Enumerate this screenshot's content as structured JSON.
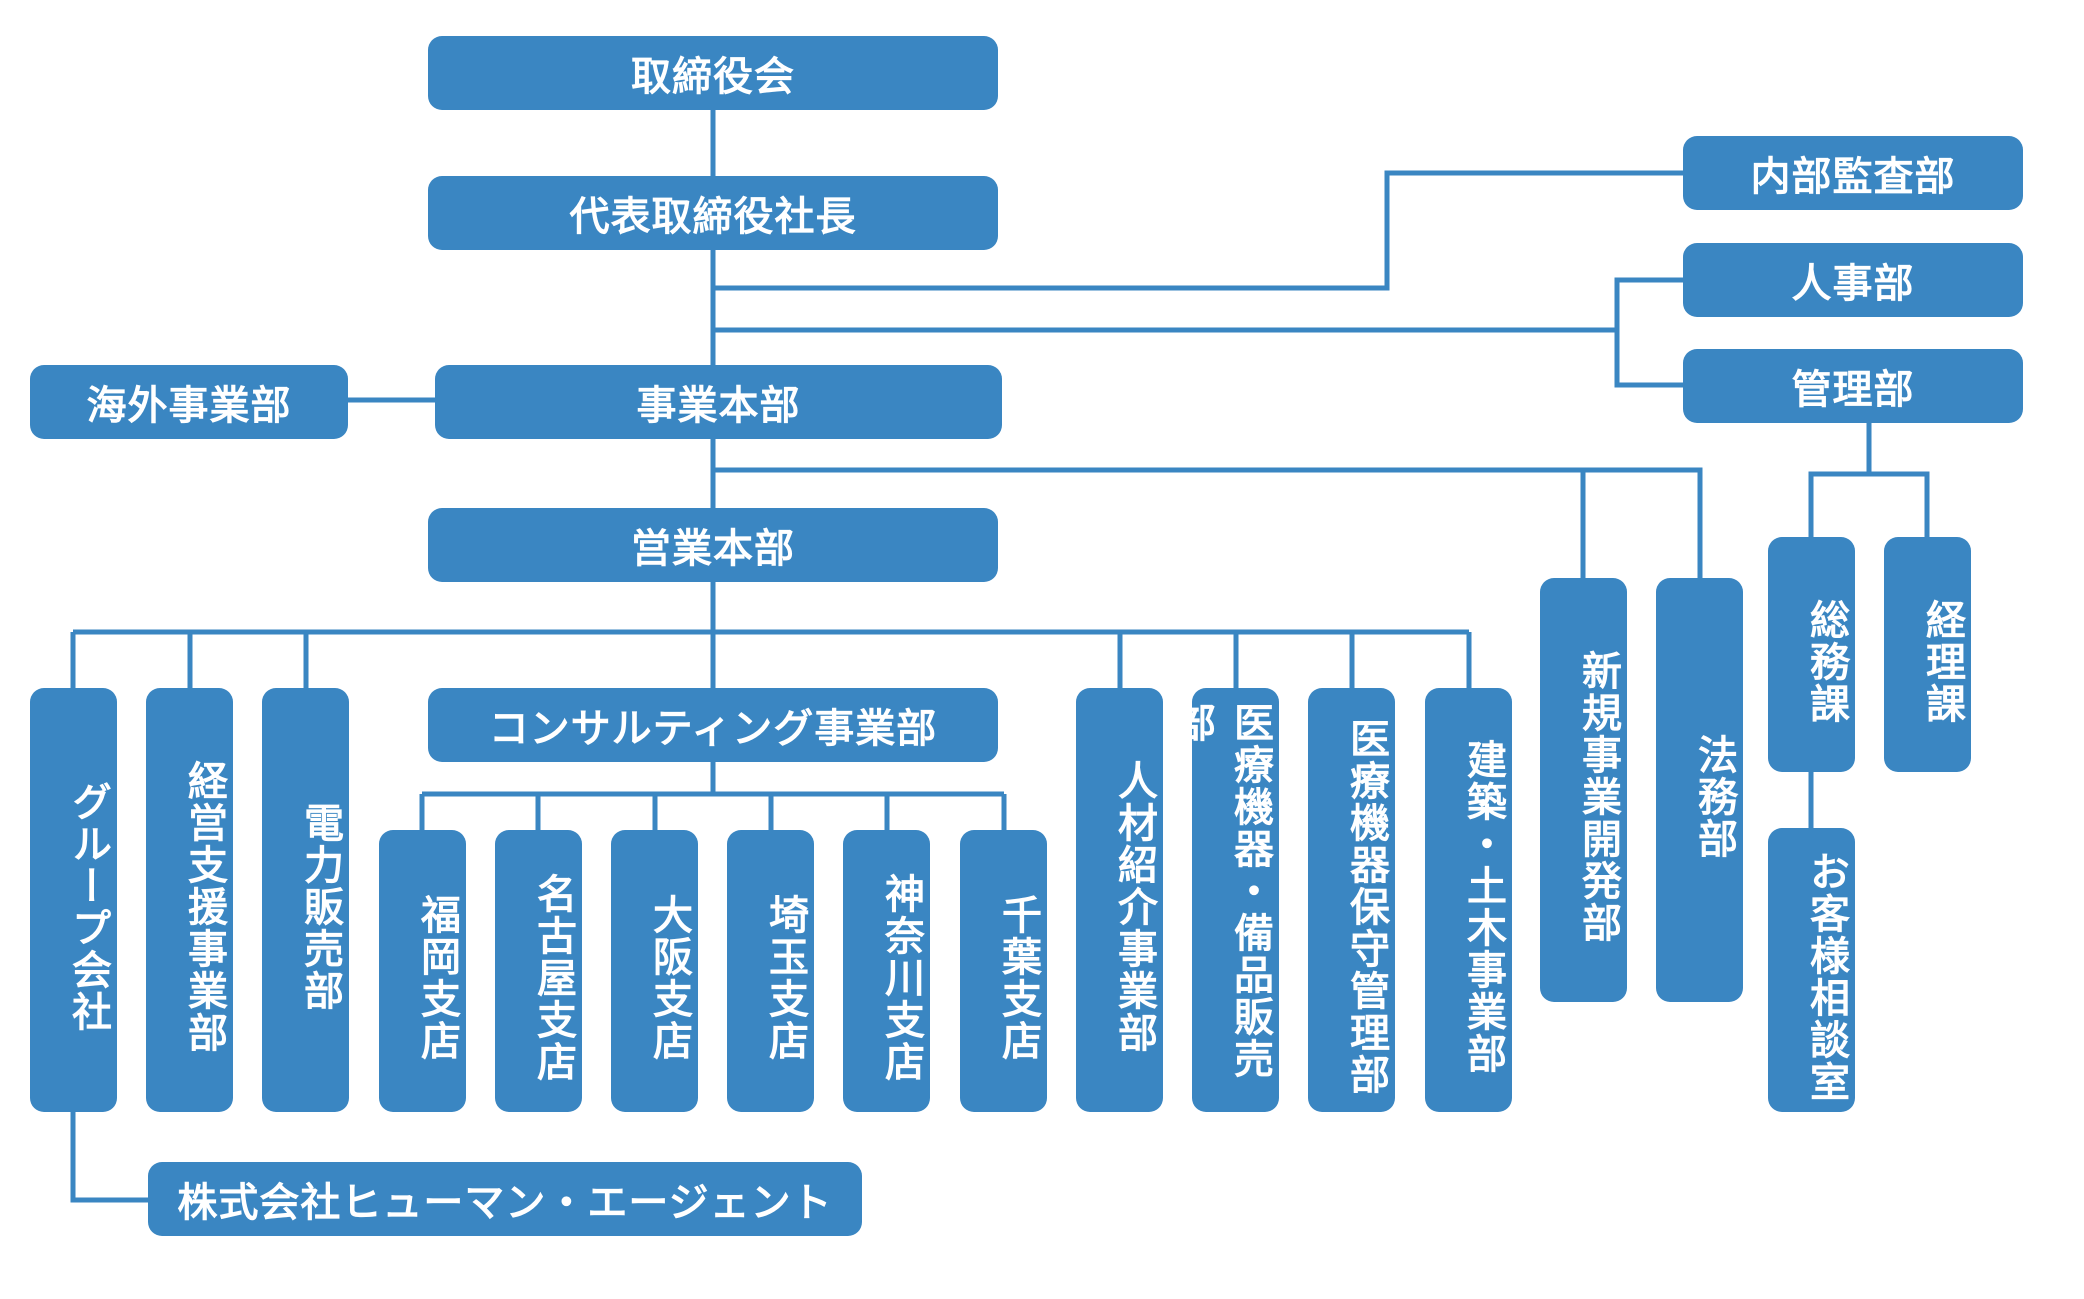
{
  "org": {
    "board": "取締役会",
    "president": "代表取締役社長",
    "audit": "内部監査部",
    "hr": "人事部",
    "admin": "管理部",
    "overseas": "海外事業部",
    "business_hq": "事業本部",
    "sales_hq": "営業本部",
    "new_business": "新規事業開発部",
    "legal": "法務部",
    "general_affairs": "総務課",
    "accounting": "経理課",
    "customer_consult": "お客様相談室",
    "group": "グループ会社",
    "mgmt_support": "経営支援事業部",
    "power_sales": "電力販売部",
    "consulting": "コンサルティング事業部",
    "branches": [
      "福岡支店",
      "名古屋支店",
      "大阪支店",
      "埼玉支店",
      "神奈川支店",
      "千葉支店"
    ],
    "hr_placement": "人材紹介事業部",
    "medical_sales": "医療機器・備品販売部",
    "medical_maint": "医療機器保守管理部",
    "construction": "建築・土木事業部",
    "subsidiary": "株式会社ヒューマン・エージェント"
  }
}
